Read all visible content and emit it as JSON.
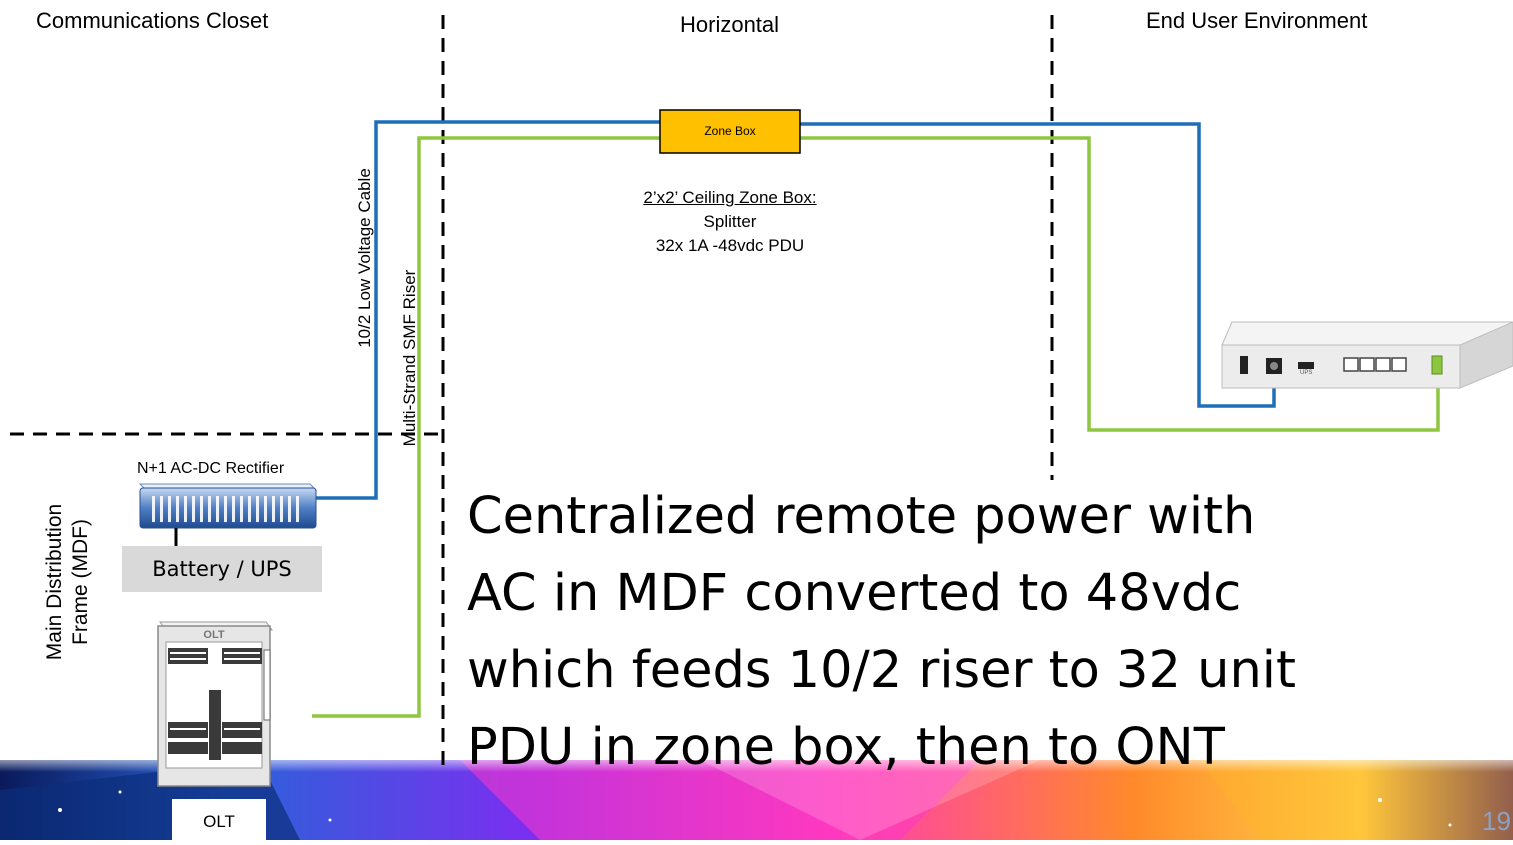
{
  "sections": {
    "closet": "Communications Closet",
    "horizontal": "Horizontal",
    "end_user": "End User Environment"
  },
  "zone_box": {
    "label": "Zone Box",
    "caption_title": "2’x2’ Ceiling Zone Box:",
    "caption_line1": "Splitter",
    "caption_line2": "32x 1A -48vdc PDU"
  },
  "cables": {
    "low_voltage": "10/2 Low Voltage Cable",
    "riser": "Multi-Strand SMF Riser"
  },
  "mdf": {
    "line1": "Main Distribution",
    "line2": "Frame (MDF)",
    "rectifier": "N+1 AC-DC Rectifier",
    "battery": "Battery / UPS",
    "olt_chassis": "OLT",
    "olt_caption": "OLT"
  },
  "ont": {
    "ups_label": "UPS"
  },
  "body_text": [
    "Centralized remote power with",
    "AC in MDF converted to 48vdc",
    "which feeds 10/2 riser to 32 unit",
    "PDU in zone box, then to ONT"
  ],
  "slide_number": "19",
  "colors": {
    "power_cable": "#1f6fb8",
    "fiber_cable": "#8dc63f",
    "zone_box_fill": "#ffc000",
    "battery_fill": "#d9d9d9"
  }
}
